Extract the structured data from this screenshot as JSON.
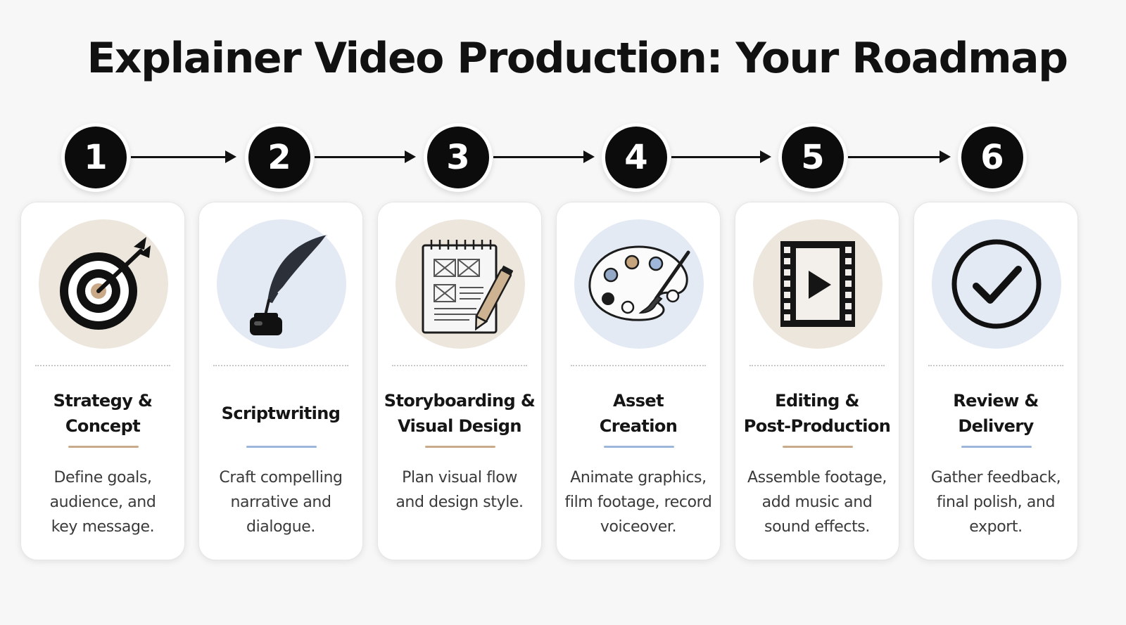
{
  "title": "Explainer Video Production: Your Roadmap",
  "colors": {
    "badge": "#0c0c0c",
    "beige_accent": "#c8ab8a",
    "blue_accent": "#9db6d9",
    "beige_circle": "#ece6dc",
    "blue_circle": "#e3eaf4"
  },
  "steps": [
    {
      "number": "1",
      "icon": "target-arrow-icon",
      "accent": "beige",
      "title_lines": [
        "Strategy &",
        "Concept"
      ],
      "desc_lines": [
        "Define goals,",
        "audience, and",
        "key message."
      ]
    },
    {
      "number": "2",
      "icon": "quill-ink-icon",
      "accent": "blue",
      "title_lines": [
        "Scriptwriting"
      ],
      "desc_lines": [
        "Craft compelling",
        "narrative and",
        "dialogue."
      ]
    },
    {
      "number": "3",
      "icon": "storyboard-pencil-icon",
      "accent": "beige",
      "title_lines": [
        "Storyboarding &",
        "Visual Design"
      ],
      "desc_lines": [
        "Plan visual flow",
        "and design style."
      ]
    },
    {
      "number": "4",
      "icon": "paint-palette-icon",
      "accent": "blue",
      "title_lines": [
        "Asset",
        "Creation"
      ],
      "desc_lines": [
        "Animate graphics,",
        "film footage, record",
        "voiceover."
      ]
    },
    {
      "number": "5",
      "icon": "film-play-icon",
      "accent": "beige",
      "title_lines": [
        "Editing &",
        "Post-Production"
      ],
      "desc_lines": [
        "Assemble footage,",
        "add music and",
        "sound effects."
      ]
    },
    {
      "number": "6",
      "icon": "checkmark-circle-icon",
      "accent": "blue",
      "title_lines": [
        "Review &",
        "Delivery"
      ],
      "desc_lines": [
        "Gather feedback,",
        "final polish, and",
        "export."
      ]
    }
  ]
}
